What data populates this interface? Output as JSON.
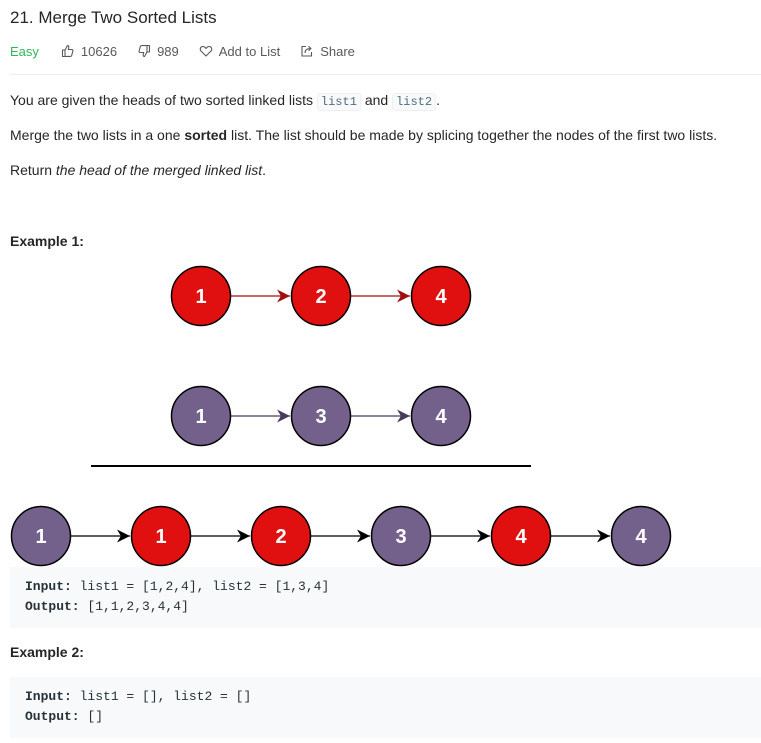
{
  "problem": {
    "title": "21. Merge Two Sorted Lists",
    "difficulty": "Easy",
    "likes": "10626",
    "dislikes": "989",
    "add_to_list": "Add to List",
    "share": "Share"
  },
  "description": {
    "p1_prefix": "You are given the heads of two sorted linked lists",
    "p1_code1": "list1",
    "p1_and": "and",
    "p1_code2": "list2",
    "p1_suffix": ".",
    "p2_prefix": "Merge the two lists in a one",
    "p2_bold": "sorted",
    "p2_suffix": "list. The list should be made by splicing together the nodes of the first two lists.",
    "p3_prefix": "Return",
    "p3_italic": "the head of the merged linked list",
    "p3_suffix": "."
  },
  "example1": {
    "title": "Example 1:",
    "input_label": "Input:",
    "input_value": "list1 = [1,2,4], list2 = [1,3,4]",
    "output_label": "Output:",
    "output_value": "[1,1,2,3,4,4]"
  },
  "example2": {
    "title": "Example 2:",
    "input_label": "Input:",
    "input_value": "list1 = [], list2 = []",
    "output_label": "Output:",
    "output_value": "[]"
  },
  "diagram": {
    "list1": [
      "1",
      "2",
      "4"
    ],
    "list2": [
      "1",
      "3",
      "4"
    ],
    "merged": [
      "1",
      "1",
      "2",
      "3",
      "4",
      "4"
    ],
    "colors": {
      "red": "#e11010",
      "purple": "#73608b",
      "arrow_red": "#a10e0e",
      "arrow_purple": "#4a3a5e"
    }
  }
}
